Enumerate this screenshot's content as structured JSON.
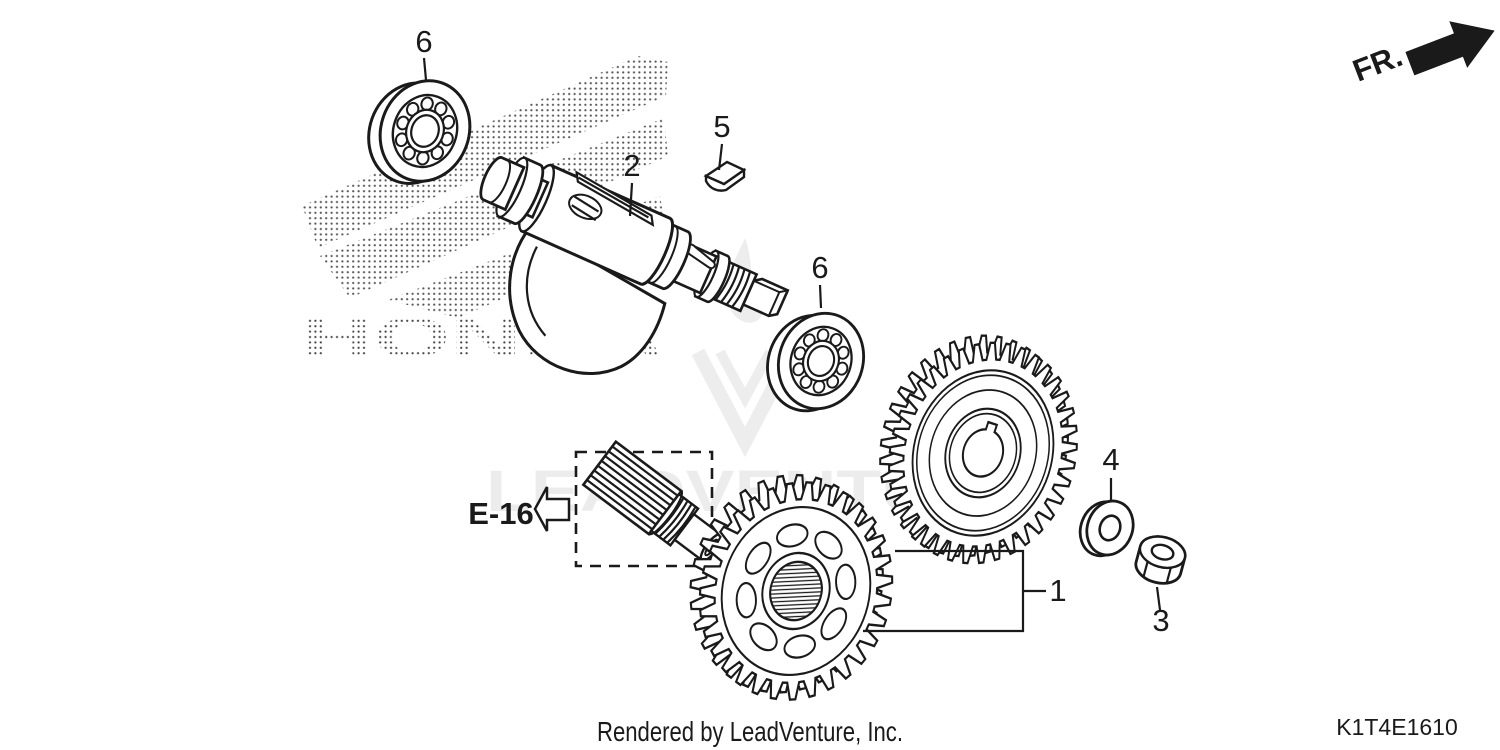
{
  "diagram": {
    "code": "K1T4E1610",
    "footer": "Rendered by LeadVenture, Inc.",
    "front_direction_label": "FR.",
    "reference_label": "E-16",
    "callouts": [
      "1",
      "2",
      "3",
      "4",
      "5",
      "6",
      "6"
    ],
    "watermarks": {
      "brand_text": "HONDA",
      "vendor_text": "LEADVENTURE"
    },
    "colors": {
      "background": "#ffffff",
      "line": "#1a1a1a",
      "watermark_gray": "#ececec",
      "halftone_dot": "#444444"
    }
  }
}
